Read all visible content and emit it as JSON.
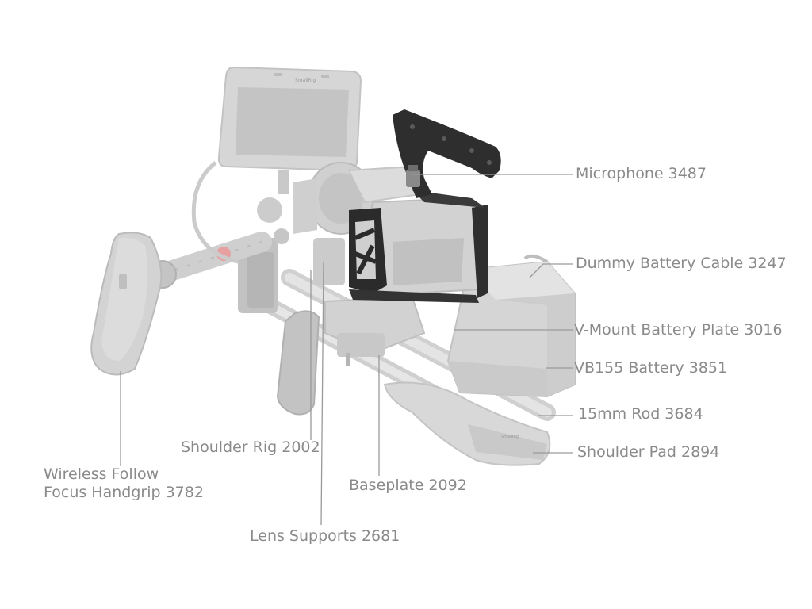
{
  "callouts": {
    "microphone": "Microphone 3487",
    "dummy_battery_cable": "Dummy Battery Cable 3247",
    "vmount_battery_plate": "V-Mount Battery Plate 3016",
    "vb155_battery": "VB155 Battery 3851",
    "rod_15mm": "15mm Rod 3684",
    "shoulder_pad": "Shoulder Pad 2894",
    "shoulder_rig": "Shoulder Rig 2002",
    "baseplate": "Baseplate 2092",
    "lens_supports": "Lens Supports 2681",
    "wireless_follow_focus_line1": "Wireless Follow",
    "wireless_follow_focus_line2": "Focus Handgrip 3782"
  },
  "monitor": {
    "brand_mark": "SmallRig"
  },
  "colors": {
    "label_text": "#8a8a8a",
    "leader_line": "#9a9a9a",
    "ghost_light": "#e2e2e2",
    "ghost_mid": "#cdcdcd",
    "ghost_dark": "#b8b8b8",
    "cage_black": "#2b2b2b"
  }
}
